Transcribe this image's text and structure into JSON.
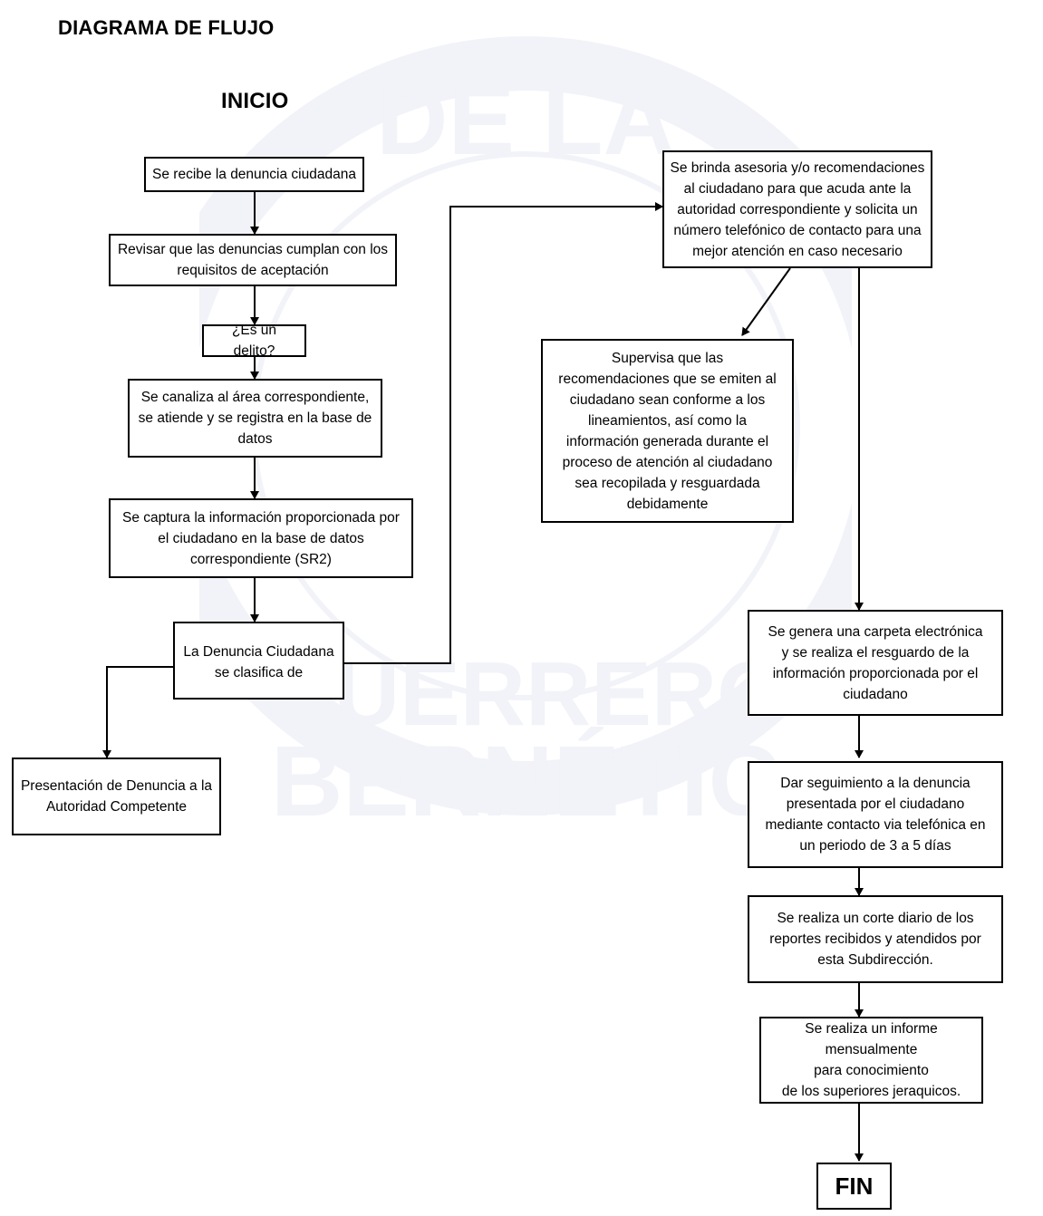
{
  "titles": {
    "main": "DIAGRAMA DE FLUJO",
    "start": "INICIO"
  },
  "watermark": {
    "text_top": "DE LA",
    "text_bottom": "GUERRERO",
    "text_bottom2": "BERNÉTIC"
  },
  "nodes": {
    "recibe": "Se recibe la denuncia ciudadana",
    "revisar": "Revisar que las denuncias cumplan con los\nrequisitos de aceptación",
    "es_delito": "¿Es un delito?",
    "canaliza": "Se canaliza al área correspondiente,\nse atiende y se registra en la base de\ndatos",
    "captura": "Se captura la información proporcionada por\nel ciudadano en la base de datos\ncorrespondiente (SR2)",
    "clasifica": "La Denuncia Ciudadana\nse clasifica de",
    "presentacion": "Presentación de Denuncia a la\nAutoridad Competente",
    "asesoria": "Se brinda asesoria y/o recomendaciones\nal ciudadano para que acuda ante la\nautoridad correspondiente y solicita un\nnúmero telefónico de contacto para una\nmejor atención en caso necesario",
    "supervisa": "Supervisa que las\nrecomendaciones que se emiten al\nciudadano sean conforme a los\nlineamientos, así como la\ninformación generada durante el\nproceso de atención al ciudadano\nsea recopilada y resguardada\ndebidamente",
    "carpeta": "Se genera una carpeta electrónica\ny se realiza el resguardo de la\ninformación proporcionada por el\nciudadano",
    "seguimiento": "Dar seguimiento a la denuncia\npresentada por el ciudadano\nmediante contacto via telefónica en\nun periodo de 3 a 5 días",
    "corte": "Se realiza un corte diario de los\nreportes recibidos y atendidos por\nesta Subdirección.",
    "informe": "Se realiza un informe\nmensualmente\npara conocimiento\nde los superiores jeraquicos.",
    "fin": "FIN"
  }
}
